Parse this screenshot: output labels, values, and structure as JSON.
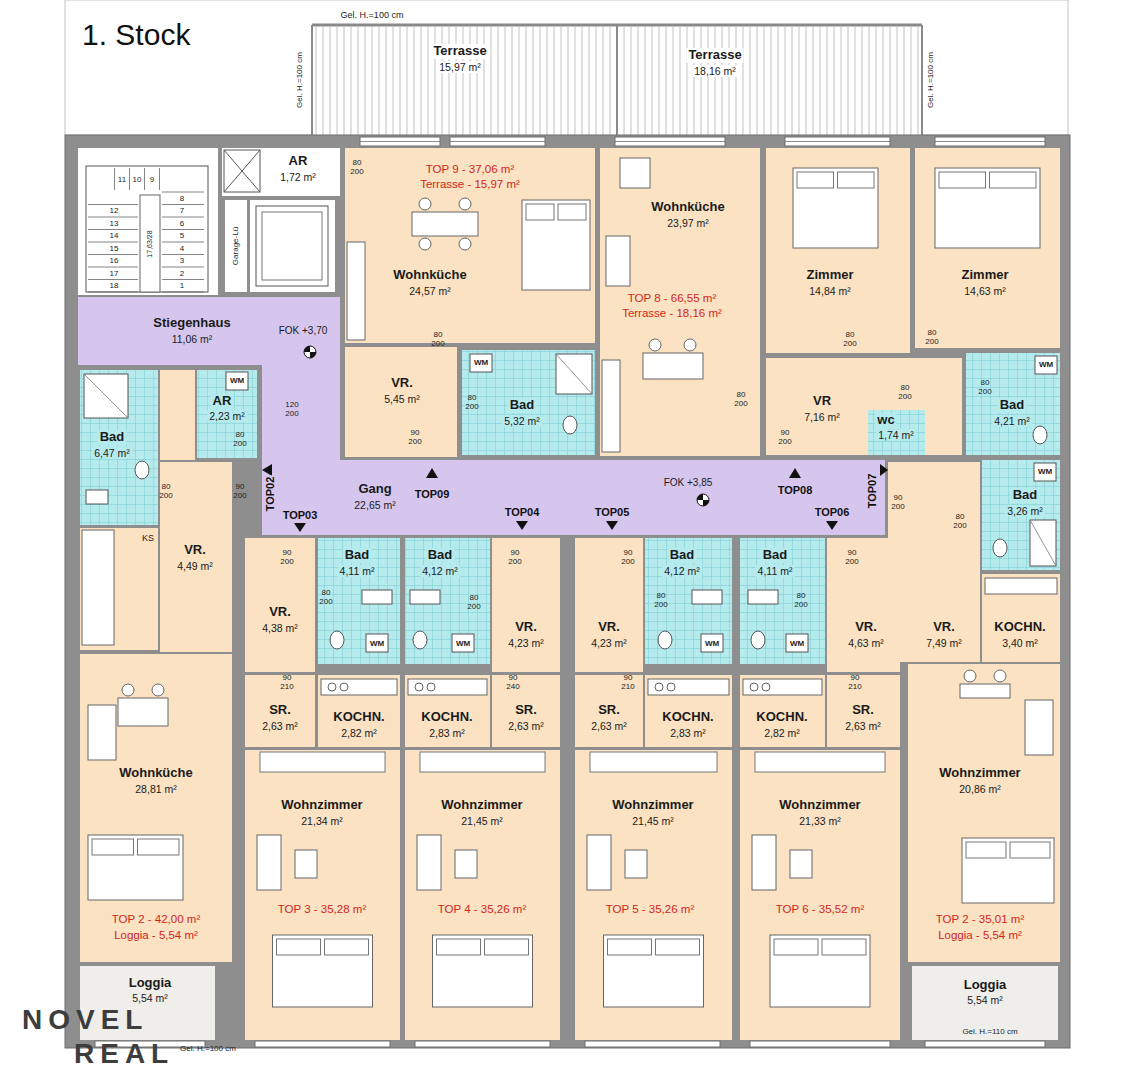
{
  "diagram": {
    "title": "1. Stock",
    "nodes": [
      {
        "text": [
          "Terrasse",
          "15,97 m²"
        ]
      },
      {
        "text": [
          "Terrasse",
          "18,16 m²"
        ]
      },
      {
        "text": [
          "AR",
          "1,72 m²"
        ]
      },
      {
        "text": [
          "TOP 9 - 37,06 m²",
          "Terrasse - 15,97 m²",
          "Wohnküche",
          "24,57 m²"
        ]
      },
      {
        "text": [
          "Wohnküche",
          "23,97 m²",
          "TOP 8 - 66,55 m²",
          "Terrasse - 18,16 m²"
        ]
      },
      {
        "text": [
          "Zimmer",
          "14,84 m²"
        ]
      },
      {
        "text": [
          "Zimmer",
          "14,63 m²"
        ]
      },
      {
        "text": [
          "Stiegenhaus",
          "11,06 m²",
          "FOK +3,70"
        ]
      },
      {
        "text": [
          "VR.",
          "5,45 m²"
        ]
      },
      {
        "text": [
          "Bad",
          "5,32 m²"
        ]
      },
      {
        "text": [
          "VR",
          "7,16 m²"
        ]
      },
      {
        "text": [
          "wc",
          "1,74 m²"
        ]
      },
      {
        "text": [
          "Bad",
          "4,21 m²"
        ]
      },
      {
        "text": [
          "Bad",
          "6,47 m²"
        ]
      },
      {
        "text": [
          "AR",
          "2,23 m²"
        ]
      },
      {
        "text": [
          "Gang",
          "22,65 m²",
          "FOK +3,85"
        ]
      },
      {
        "text": [
          "Bad",
          "3,26 m²"
        ]
      },
      {
        "text": [
          "VR.",
          "4,49 m²"
        ]
      },
      {
        "text": [
          "VR.",
          "4,38 m²"
        ]
      },
      {
        "text": [
          "Bad",
          "4,11 m²"
        ]
      },
      {
        "text": [
          "Bad",
          "4,12 m²"
        ]
      },
      {
        "text": [
          "VR.",
          "4,23 m²"
        ]
      },
      {
        "text": [
          "VR.",
          "4,23 m²"
        ]
      },
      {
        "text": [
          "Bad",
          "4,12 m²"
        ]
      },
      {
        "text": [
          "Bad",
          "4,11 m²"
        ]
      },
      {
        "text": [
          "VR.",
          "4,63 m²"
        ]
      },
      {
        "text": [
          "VR.",
          "7,49 m²"
        ]
      },
      {
        "text": [
          "KOCHN.",
          "3,40 m²"
        ]
      },
      {
        "text": [
          "SR.",
          "2,63 m²"
        ]
      },
      {
        "text": [
          "KOCHN.",
          "2,82 m²"
        ]
      },
      {
        "text": [
          "KOCHN.",
          "2,83 m²"
        ]
      },
      {
        "text": [
          "SR.",
          "2,63 m²"
        ]
      },
      {
        "text": [
          "SR.",
          "2,63 m²"
        ]
      },
      {
        "text": [
          "KOCHN.",
          "2,83 m²"
        ]
      },
      {
        "text": [
          "KOCHN.",
          "2,82 m²"
        ]
      },
      {
        "text": [
          "SR.",
          "2,63 m²"
        ]
      },
      {
        "text": [
          "Wohnküche",
          "28,81 m²",
          "TOP 2 - 42,00 m²",
          "Loggia - 5,54 m²"
        ]
      },
      {
        "text": [
          "Wohnzimmer",
          "21,34 m²",
          "TOP 3 - 35,28 m²"
        ]
      },
      {
        "text": [
          "Wohnzimmer",
          "21,45 m²",
          "TOP 4 - 35,26 m²"
        ]
      },
      {
        "text": [
          "Wohnzimmer",
          "21,45 m²",
          "TOP 5 - 35,26 m²"
        ]
      },
      {
        "text": [
          "Wohnzimmer",
          "21,33 m²",
          "TOP 6 - 35,52 m²"
        ]
      },
      {
        "text": [
          "Wohnzimmer",
          "20,86 m²",
          "TOP 2 - 35,01 m²",
          "Loggia - 5,54 m²"
        ]
      },
      {
        "text": [
          "Loggia",
          "5,54 m²"
        ]
      },
      {
        "text": [
          "Loggia",
          "5,54 m²"
        ]
      }
    ],
    "labels": [
      "Gel. H.=100 cm",
      "Gel. H.=100 cm",
      "Gel. H.=100 cm",
      "Garage-Lü",
      "11",
      "10",
      "9",
      "8",
      "7",
      "6",
      "5",
      "4",
      "3",
      "2",
      "1",
      "12",
      "13",
      "14",
      "15",
      "16",
      "17",
      "18",
      "17,63/28",
      "KS",
      "WM",
      "WM",
      "WM",
      "WM",
      "WM",
      "WM",
      "WM",
      "WM",
      "80 200",
      "80 200",
      "80 200",
      "90 200",
      "120 200",
      "80 200",
      "80 200",
      "90 200",
      "80 200",
      "90 200",
      "80 200",
      "80 200",
      "80 200",
      "80 200",
      "80 200",
      "90 200",
      "90 200",
      "80 200",
      "80 200",
      "90 200",
      "90 200",
      "80 200",
      "80 200",
      "90 200",
      "90 210",
      "90 240",
      "90 210",
      "90 210",
      "TOP02",
      "TOP03",
      "TOP09",
      "TOP04",
      "TOP05",
      "TOP08",
      "TOP06",
      "TOP07",
      "Gel. H.=100 cm",
      "Gel. H.=110 cm",
      "NOVEL",
      "REAL"
    ]
  }
}
